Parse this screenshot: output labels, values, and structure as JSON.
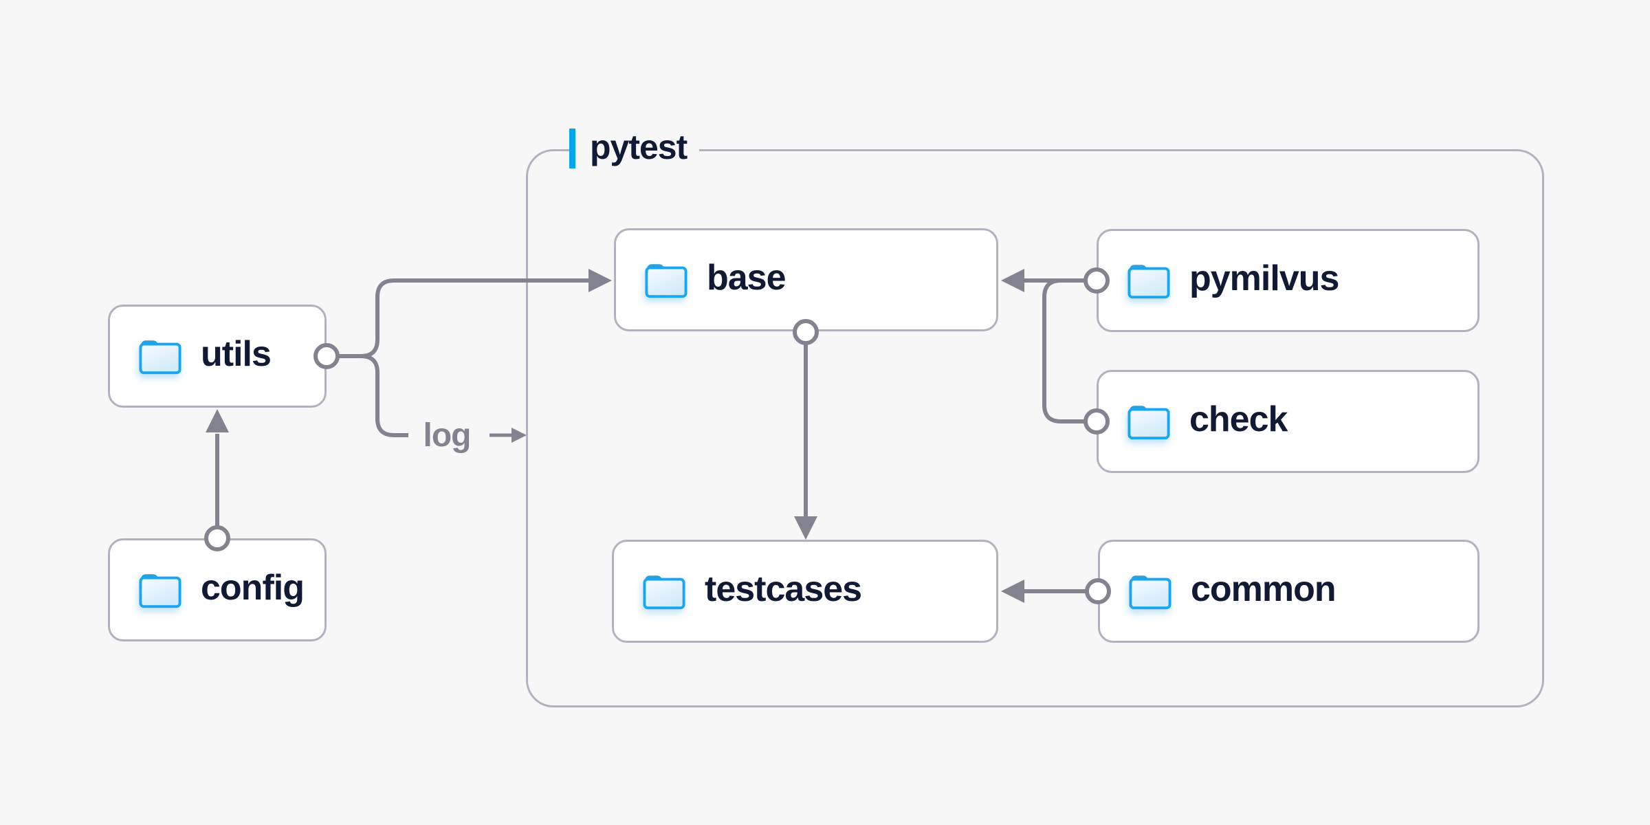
{
  "diagram": {
    "group": {
      "label": "pytest"
    },
    "edge_label": "log",
    "nodes": {
      "utils": {
        "label": "utils"
      },
      "config": {
        "label": "config"
      },
      "base": {
        "label": "base"
      },
      "pymilvus": {
        "label": "pymilvus"
      },
      "check": {
        "label": "check"
      },
      "testcases": {
        "label": "testcases"
      },
      "common": {
        "label": "common"
      }
    },
    "edges": [
      {
        "from": "config",
        "to": "utils"
      },
      {
        "from": "utils",
        "to": "base"
      },
      {
        "from": "utils",
        "to": "pytest-group",
        "label": "log"
      },
      {
        "from": "pymilvus",
        "to": "base"
      },
      {
        "from": "check",
        "to": "base"
      },
      {
        "from": "base",
        "to": "testcases"
      },
      {
        "from": "common",
        "to": "testcases"
      }
    ],
    "colors": {
      "background": "#f7f7f8",
      "accent": "#00a5ec",
      "line": "#83838f",
      "box_border": "#b2b2be",
      "text": "#101a34",
      "folder_stroke": "#18a6f2",
      "folder_tab": "#2d9fd9"
    }
  }
}
